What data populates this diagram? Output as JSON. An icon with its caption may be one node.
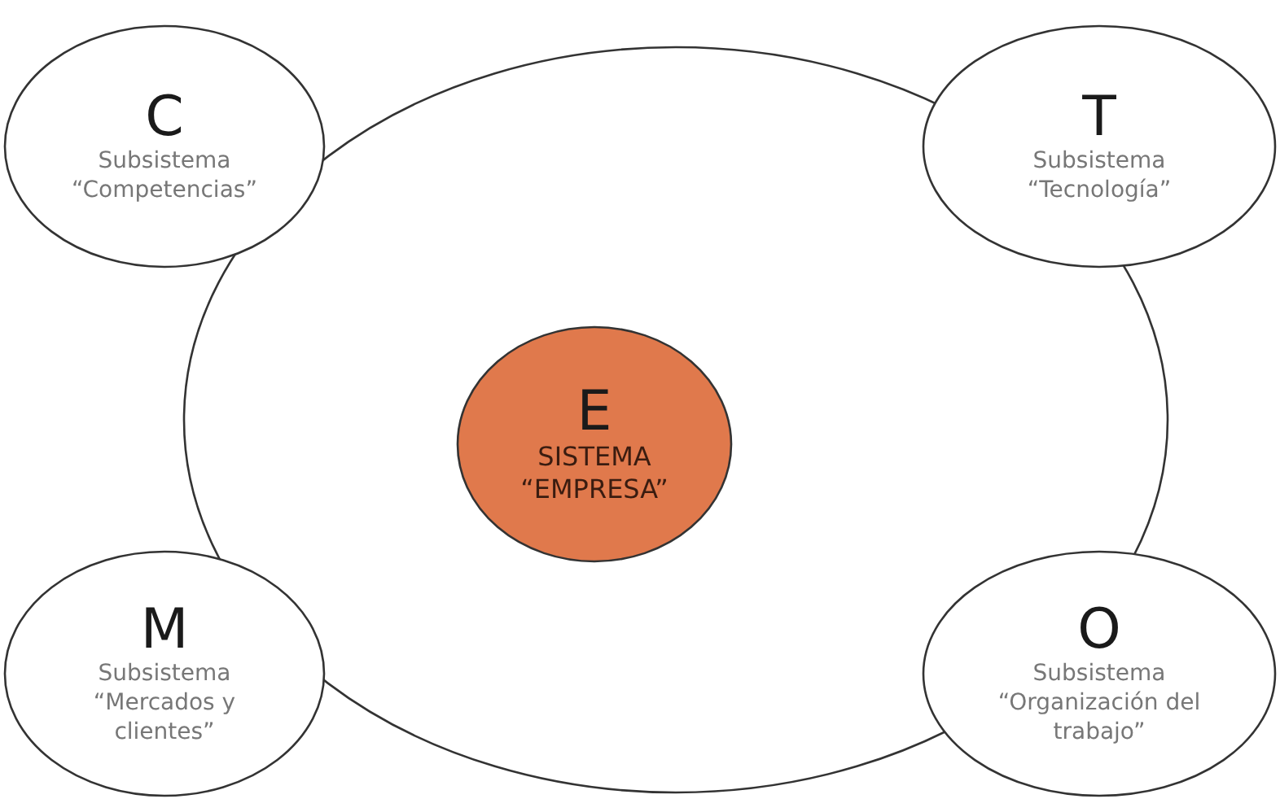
{
  "diagram": {
    "nodes": [
      {
        "text": [],
        "shape": "circle"
      },
      {
        "text": [
          "C",
          "Subsistema “Competencias”"
        ]
      },
      {
        "text": [
          "T",
          "Subsistema “Tecnología”"
        ]
      },
      {
        "text": [
          "E",
          "SISTEMA “EMPRESA”"
        ],
        "in": 0
      },
      {
        "text": [
          "M",
          "Subsistema “Mercados y clientes”"
        ]
      },
      {
        "text": [
          "O",
          "Subsistema “Organización del trabajo”"
        ]
      }
    ]
  }
}
